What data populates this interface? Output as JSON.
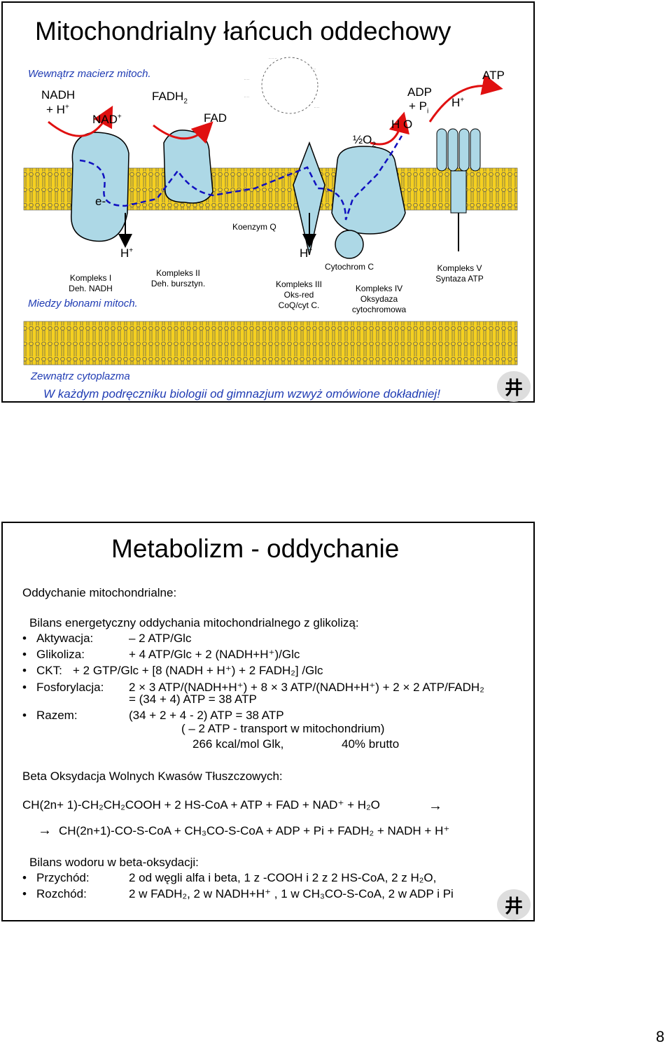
{
  "slide1": {
    "title": "Mitochondrialny łańcuch oddechowy",
    "inside_label": "Wewnątrz  macierz mitoch.",
    "intermembrane_label": "Miedzy błonami mitoch.",
    "outside_label": "Zewnątrz  cytoplazma",
    "note": "W każdym podręczniku biologii od gimnazjum wzwyż omówione dokładniej!",
    "labels": {
      "nadh": "NADH",
      "plus_h": "+ H",
      "nad": "NAD",
      "fadh2": "FADH",
      "fad": "FAD",
      "half_o2": "½O",
      "h2o": "H O",
      "adp": "ADP",
      "plus_pi": "+ P",
      "h_plus_right": "H",
      "atp": "ATP",
      "e_minus": "e-",
      "h_plus_1": "H",
      "h_plus_2": "H",
      "koenzym_q": "Koenzym Q",
      "cytochrom_c": "Cytochrom C"
    },
    "complexes": [
      {
        "name": "Kompleks I",
        "sub": "Deh. NADH"
      },
      {
        "name": "Kompleks II",
        "sub": "Deh. bursztyn."
      },
      {
        "name": "Kompleks III",
        "sub": "Oks-red",
        "sub2": "CoQ/cyt C."
      },
      {
        "name": "Kompleks IV",
        "sub": "Oksydaza",
        "sub2": "cytochromowa"
      },
      {
        "name": "Kompleks V",
        "sub": "Syntaza ATP"
      }
    ],
    "colors": {
      "protein": "#add8e6",
      "membrane": "#f5d020",
      "arrow": "#e01010",
      "dash": "#1010c0",
      "italic_text": "#1f3bb3"
    }
  },
  "slide2": {
    "title": "Metabolizm - oddychanie",
    "heading": "Oddychanie mitochondrialne:",
    "intro": "Bilans energetyczny oddychania mitochondrialnego z glikolizą:",
    "rows": [
      {
        "label": "Aktywacja:",
        "value": "– 2 ATP/Glc"
      },
      {
        "label": "Glikoliza:",
        "value": "+ 4 ATP/Glc + 2 (NADH+H⁺)/Glc"
      },
      {
        "label": "CKT:",
        "value": "+ 2 GTP/Glc + [8 (NADH + H⁺) + 2 FADH₂] /Glc"
      },
      {
        "label": "Fosforylacja:",
        "value": "2 × 3 ATP/(NADH+H⁺) + 8 × 3 ATP/(NADH+H⁺) + 2 × 2 ATP/FADH₂",
        "value2": "= (34 + 4) ATP =  38 ATP"
      },
      {
        "label": "Razem:",
        "value": "(34 + 2 + 4 - 2) ATP = 38 ATP",
        "value2": "( – 2 ATP - transport w mitochondrium)",
        "value3": "266 kcal/mol Glk,",
        "value4": "40% brutto"
      }
    ],
    "beta_heading": "Beta Oksydacja Wolnych Kwasów Tłuszczowych:",
    "eq1": "CH(2n+ 1)-CH₂CH₂COOH + 2 HS-CoA + ATP + FAD + NAD⁺ + H₂O",
    "eq2": "CH(2n+1)-CO-S-CoA + CH₃CO-S-CoA + ADP + Pi  + FADH₂ + NADH + H⁺",
    "hydrogen_heading": "Bilans wodoru w beta-oksydacji:",
    "income": {
      "label": "Przychód:",
      "value": "2 od węgli alfa i beta, 1 z -COOH i 2 z 2 HS-CoA, 2 z H₂O,"
    },
    "expense": {
      "label": "Rozchód:",
      "value": "2 w FADH₂, 2 w NADH+H⁺ , 1 w CH₃CO-S-CoA, 2 w ADP i Pi"
    }
  },
  "page_number": "8"
}
